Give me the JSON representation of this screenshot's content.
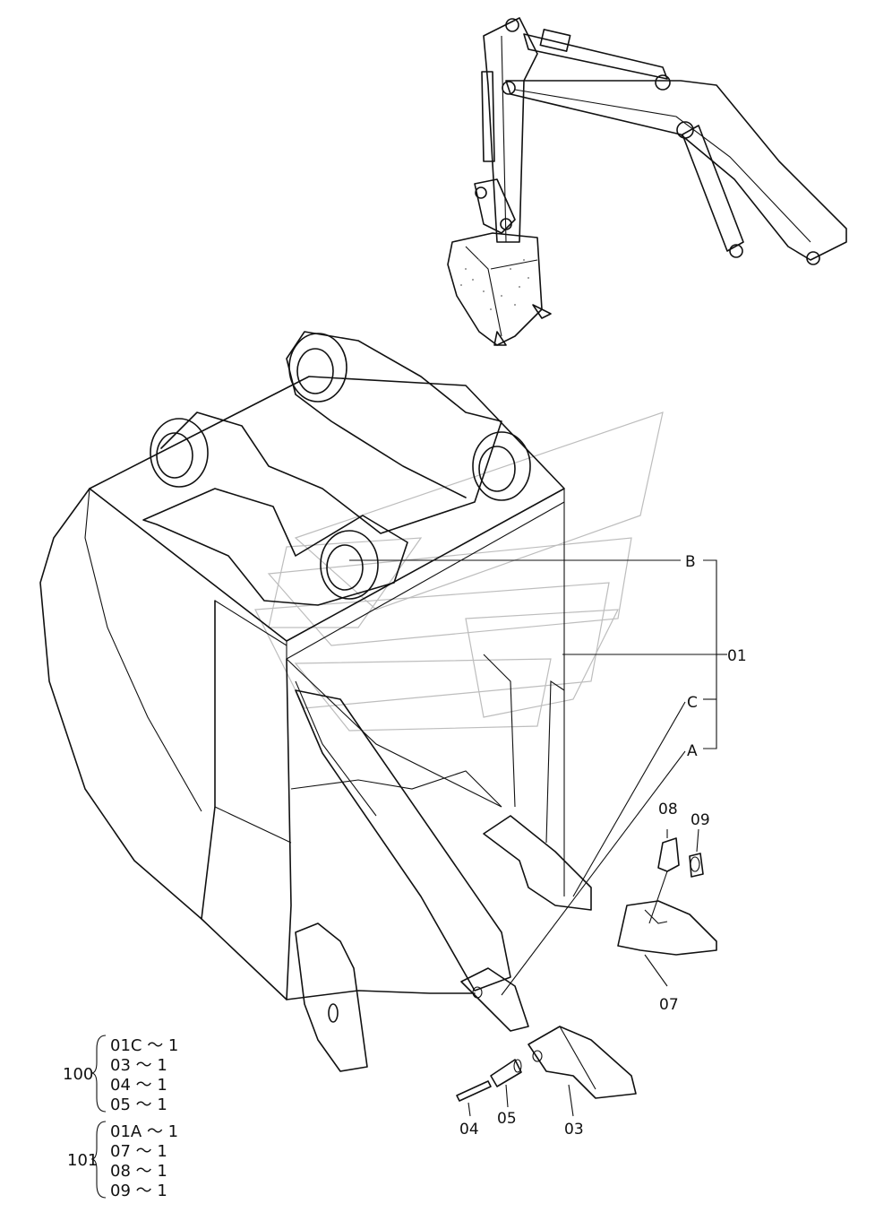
{
  "callouts": {
    "b": "B",
    "c": "C",
    "a": "A",
    "01": "01",
    "08": "08",
    "09": "09",
    "07": "07",
    "04": "04",
    "05": "05",
    "03": "03"
  },
  "kits": [
    {
      "id": "100",
      "items": [
        "01C ～ 1",
        "03 ～ 1",
        "04 ～ 1",
        "05 ～ 1"
      ]
    },
    {
      "id": "101",
      "items": [
        "01A ～ 1",
        "07 ～ 1",
        "08 ～ 1",
        "09 ～ 1"
      ]
    }
  ]
}
